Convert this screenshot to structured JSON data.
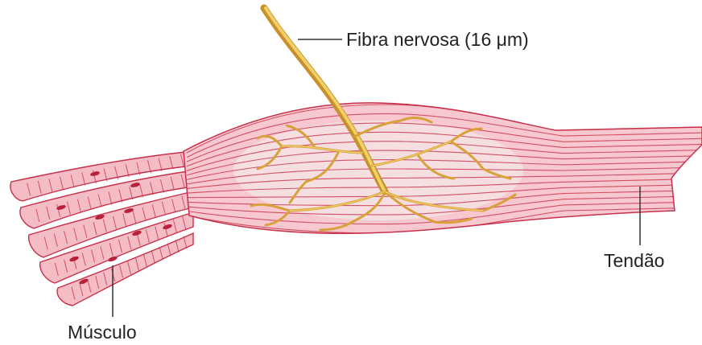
{
  "labels": {
    "nerve_fiber": "Fibra nervosa (16 μm)",
    "tendon": "Tendão",
    "muscle": "Músculo"
  },
  "colors": {
    "muscle_fill": "#f4bcc4",
    "muscle_stripe": "#c8304a",
    "organ_fill": "#f7c8cf",
    "organ_core": "#f6e3e3",
    "nerve": "#d9a13a",
    "nerve_light": "#efd06a",
    "leader": "#333333"
  }
}
